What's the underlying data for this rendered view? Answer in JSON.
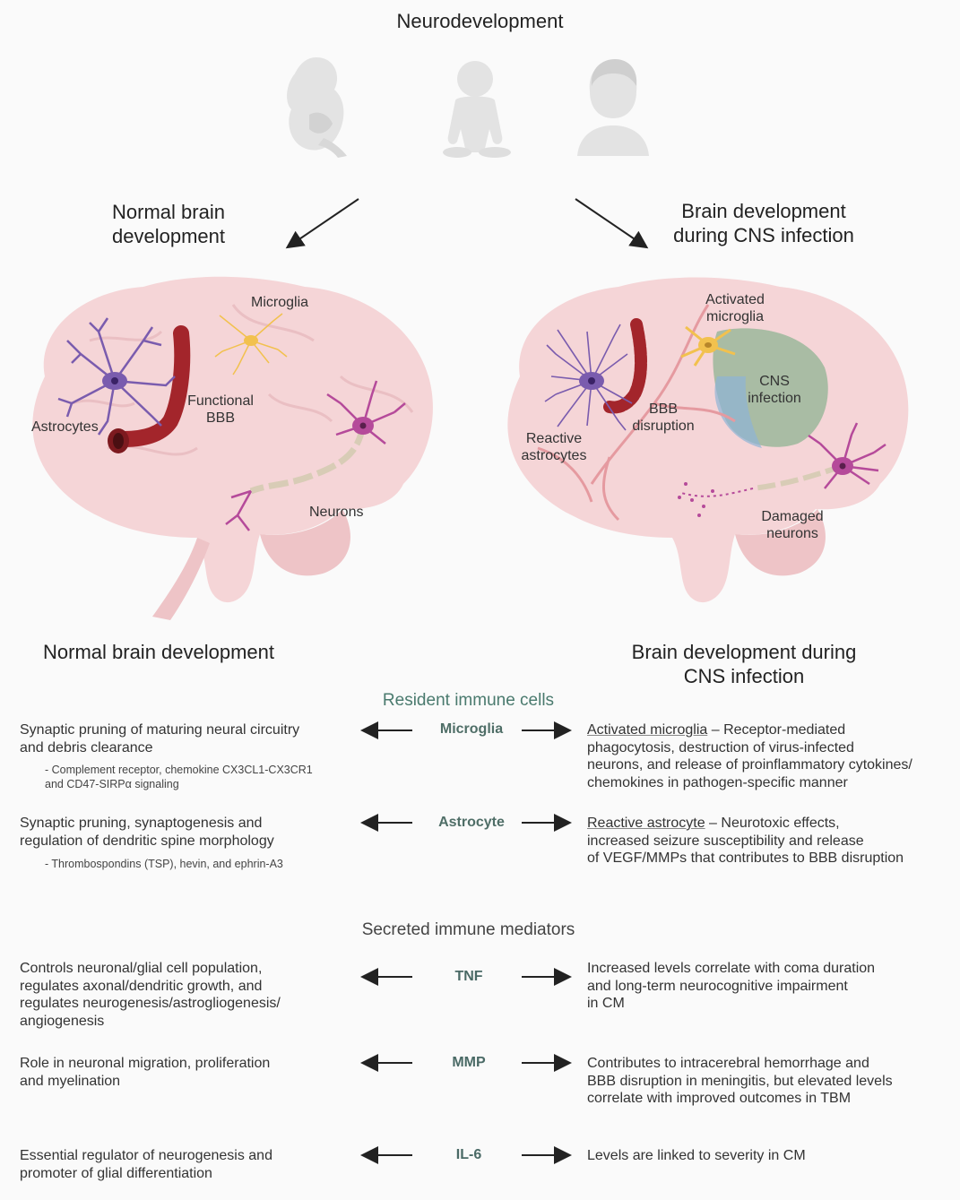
{
  "top_title": "Neurodevelopment",
  "left_branch": "Normal brain\ndevelopment",
  "right_branch": "Brain development\nduring CNS infection",
  "brain_left": {
    "microglia": "Microglia",
    "bbb": "Functional\nBBB",
    "astrocytes": "Astrocytes",
    "neurons": "Neurons"
  },
  "brain_right": {
    "activated_microglia": "Activated\nmicroglia",
    "cns_infection": "CNS\ninfection",
    "bbb_disruption": "BBB\ndisruption",
    "reactive_astrocytes": "Reactive\nastrocytes",
    "damaged_neurons": "Damaged\nneurons"
  },
  "col_left_title": "Normal brain development",
  "col_right_title": "Brain development during\nCNS infection",
  "section_resident": "Resident immune cells",
  "section_secreted": "Secreted immune mediators",
  "rows": [
    {
      "label": "Microglia",
      "left": "Synaptic pruning of maturing neural circuitry\nand debris clearance",
      "left_sub": "- Complement receptor, chemokine CX3CL1-CX3CR1\nand CD47-SIRPα signaling",
      "right_term": "Activated microglia",
      "right": " – Receptor-mediated\nphagocytosis, destruction of virus-infected\nneurons, and release of proinflammatory cytokines/\nchemokines in pathogen-specific manner"
    },
    {
      "label": "Astrocyte",
      "left": "Synaptic pruning, synaptogenesis and\nregulation of dendritic spine morphology",
      "left_sub": "- Thrombospondins (TSP), hevin, and ephrin-A3",
      "right_term": "Reactive astrocyte",
      "right": " – Neurotoxic effects,\nincreased seizure susceptibility and release\nof VEGF/MMPs that contributes to BBB disruption"
    },
    {
      "label": "TNF",
      "left": "Controls neuronal/glial cell population,\nregulates axonal/dendritic growth, and\nregulates neurogenesis/astrogliogenesis/\nangiogenesis",
      "right": "Increased levels correlate with coma duration\nand long-term neurocognitive impairment\nin CM"
    },
    {
      "label": "MMP",
      "left": "Role in neuronal migration, proliferation\nand myelination",
      "right": "Contributes to intracerebral hemorrhage and\nBBB disruption in meningitis, but elevated levels\ncorrelate with improved outcomes in TBM"
    },
    {
      "label": "IL-6",
      "left": "Essential regulator of neurogenesis and\npromoter of glial differentiation",
      "right": "Levels are linked to severity in CM"
    }
  ],
  "colors": {
    "brain": "#f5d5d7",
    "brain_dark": "#eec4c7",
    "vessel": "#a3252b",
    "astro": "#7a5cae",
    "neuron": "#b54a9a",
    "microglia": "#f2c14e",
    "infection": "#9bb79b",
    "text_teal": "#4a7a6e"
  }
}
